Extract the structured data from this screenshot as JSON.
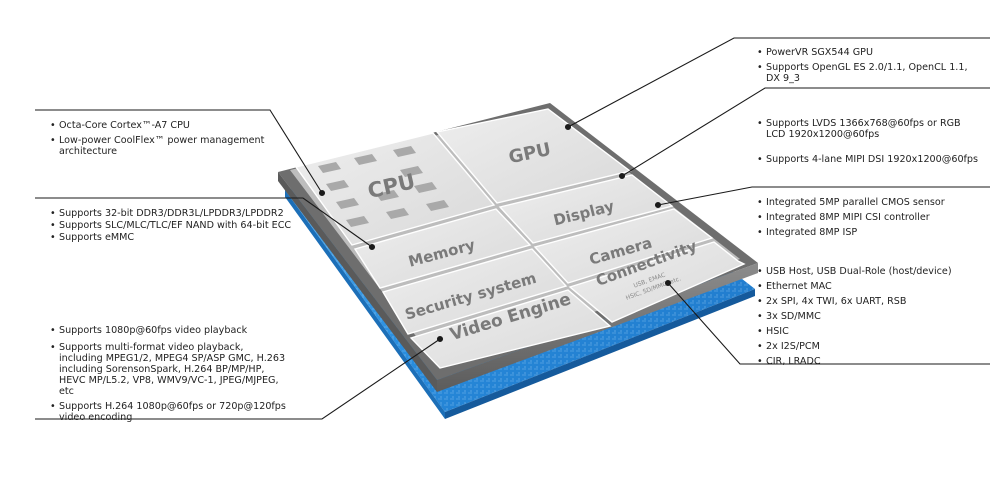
{
  "blocks": {
    "cpu": "CPU",
    "gpu": "GPU",
    "display": "Display",
    "memory": "Memory",
    "camera": "Camera",
    "security": "Security system",
    "connectivity": "Connectivity",
    "connectivity_sub1": "USB, EMAC",
    "connectivity_sub2": "HSIC, SD/MMC, etc.",
    "video": "Video Engine"
  },
  "callouts": {
    "cpu": [
      "Octa-Core Cortex™-A7 CPU",
      "Low-power CoolFlex™ power management architecture"
    ],
    "memory": [
      "Supports 32-bit DDR3/DDR3L/LPDDR3/LPDDR2",
      "Supports SLC/MLC/TLC/EF NAND with 64-bit ECC",
      "Supports eMMC"
    ],
    "video": [
      "Supports 1080p@60fps video playback",
      "Supports multi-format video playback, including MPEG1/2, MPEG4 SP/ASP GMC, H.263 including SorensonSpark, H.264 BP/MP/HP, HEVC MP/L5.2, VP8, WMV9/VC-1, JPEG/MJPEG, etc",
      "Supports H.264 1080p@60fps or 720p@120fps video encoding"
    ],
    "gpu": [
      "PowerVR SGX544 GPU",
      "Supports OpenGL ES 2.0/1.1, OpenCL 1.1, DX 9_3"
    ],
    "display": [
      "Supports LVDS 1366x768@60fps or RGB LCD 1920x1200@60fps",
      "Supports 4-lane MIPI DSI 1920x1200@60fps"
    ],
    "camera": [
      "Integrated 5MP parallel CMOS sensor",
      "Integrated 8MP MIPI CSI controller",
      "Integrated 8MP ISP"
    ],
    "connectivity": [
      "USB Host, USB Dual-Role (host/device)",
      "Ethernet MAC",
      "2x SPI, 4x TWI, 6x UART, RSB",
      "3x SD/MMC",
      "HSIC",
      "2x I2S/PCM",
      "CIR, LRADC"
    ]
  }
}
